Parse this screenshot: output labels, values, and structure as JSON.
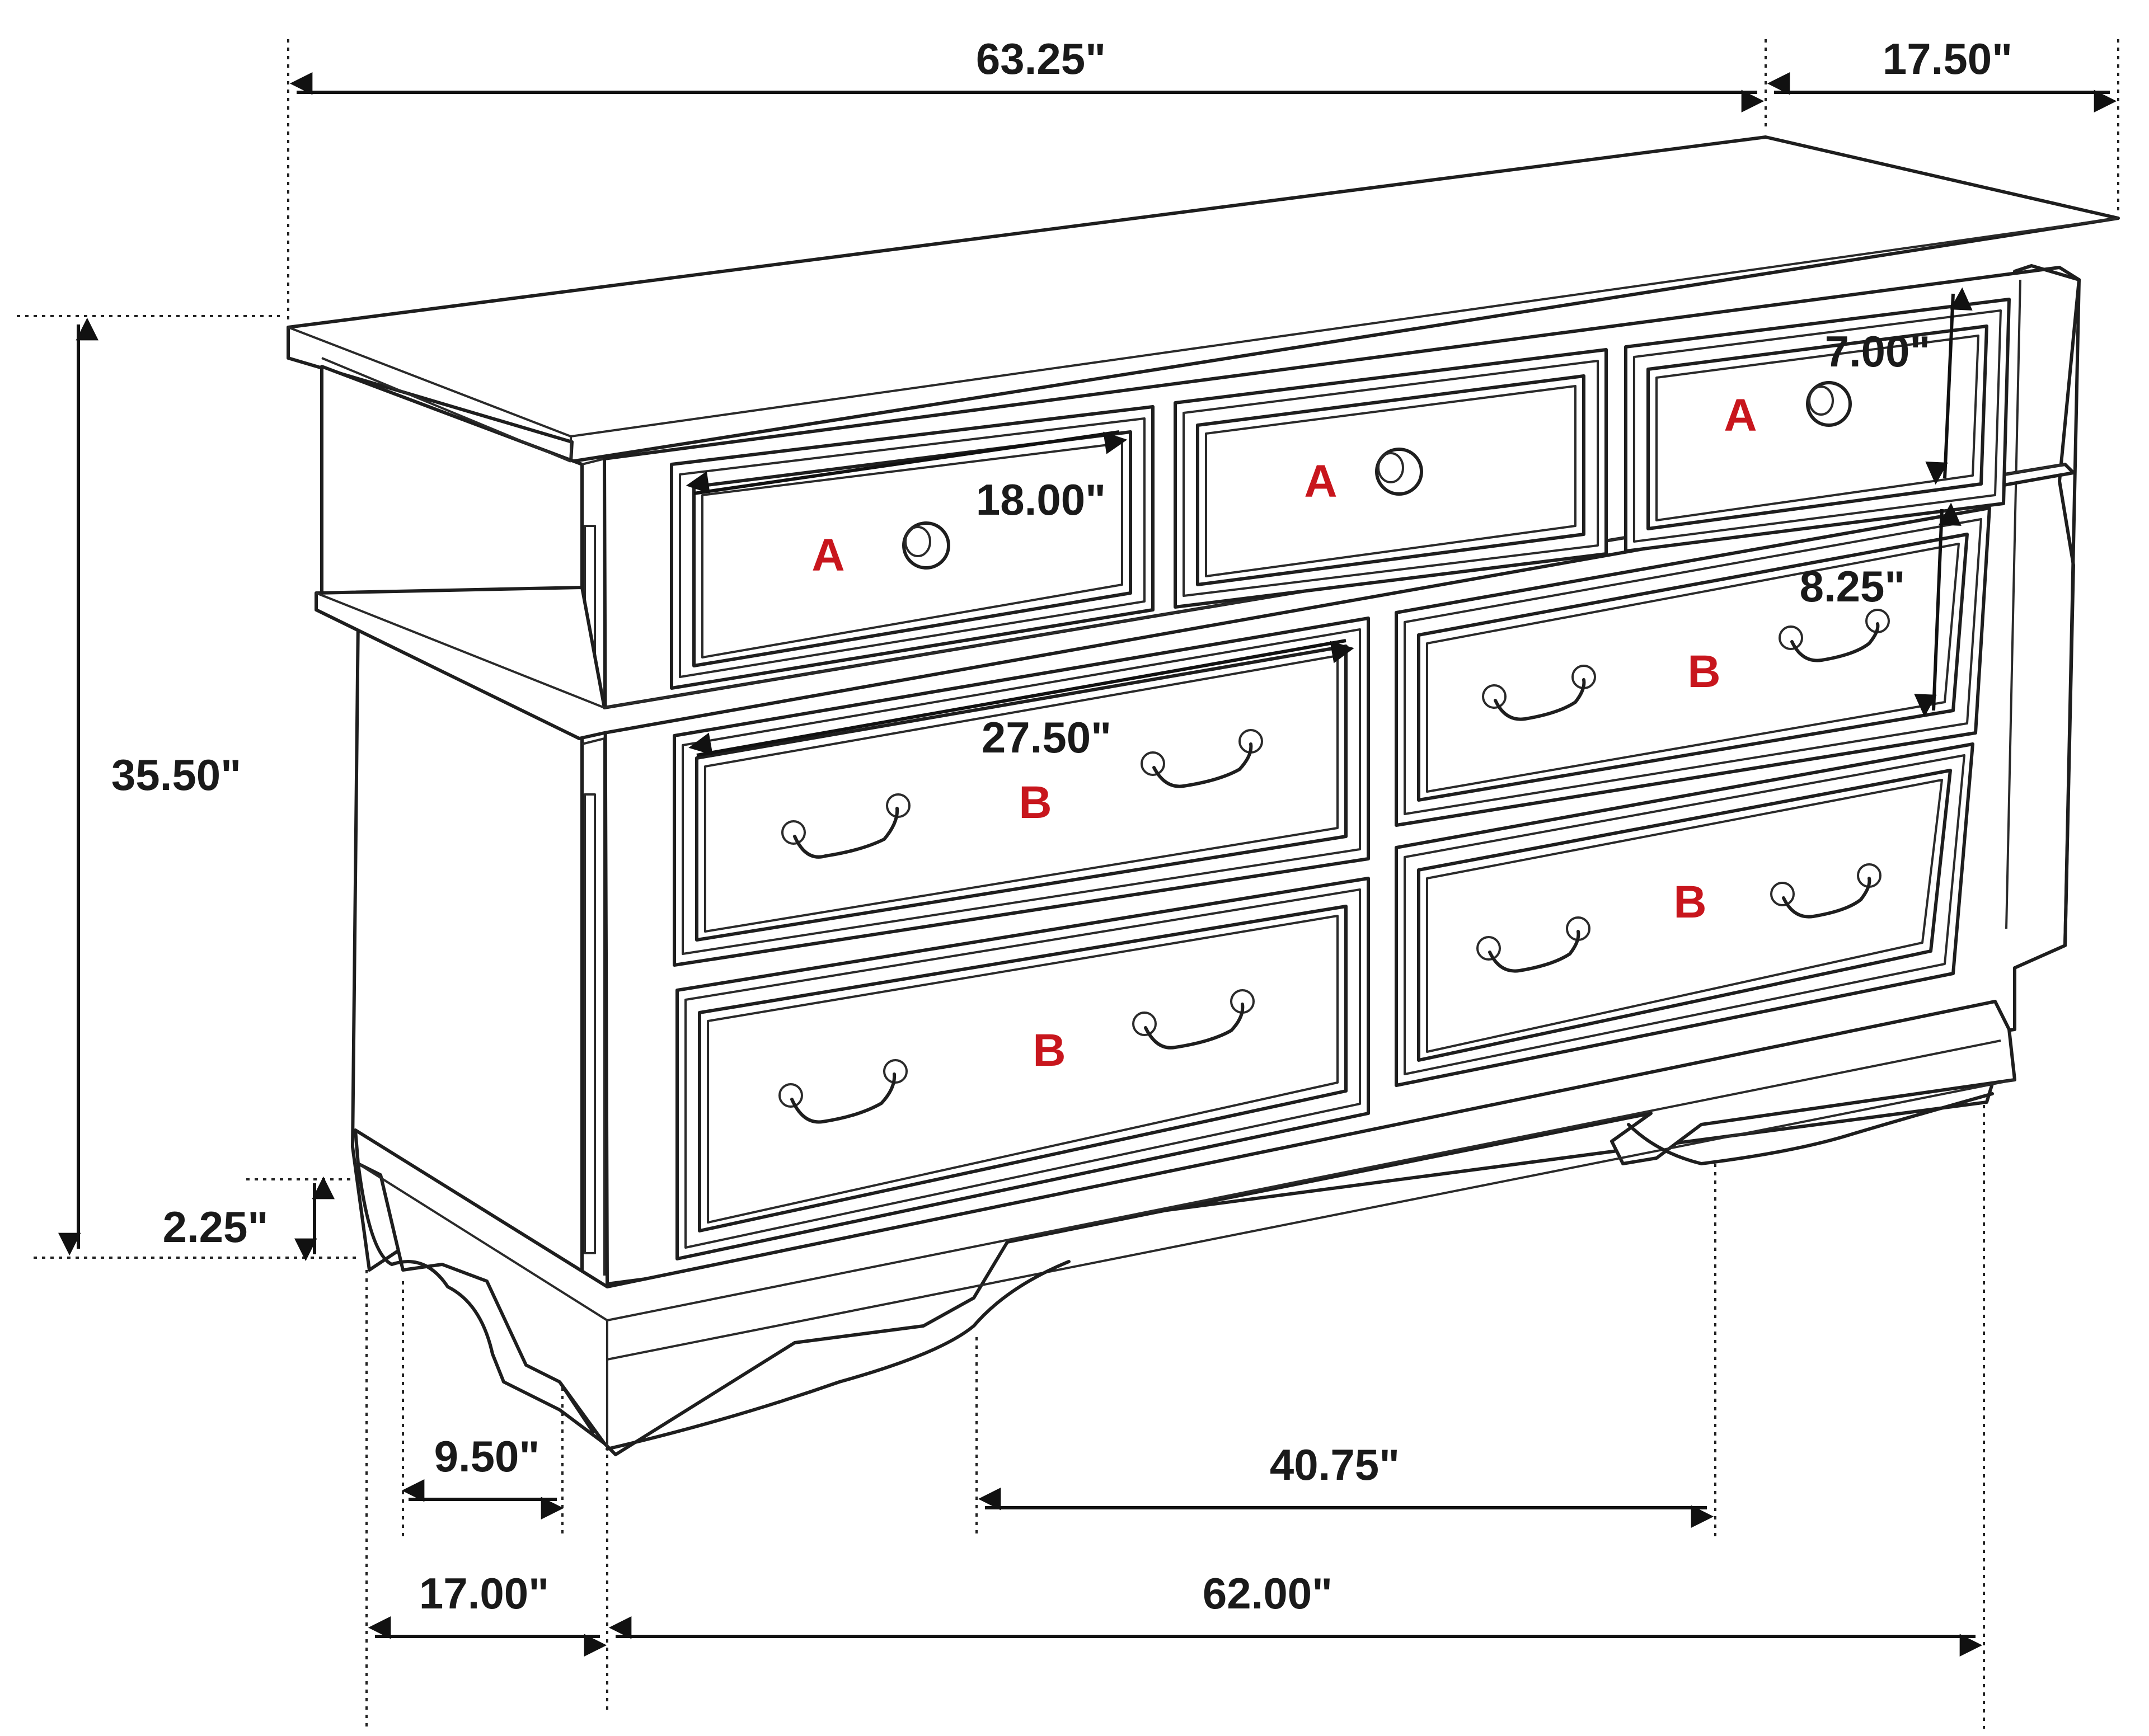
{
  "dimensions": {
    "top_width": "63.25\"",
    "top_depth": "17.50\"",
    "overall_height": "35.50\"",
    "small_drawer_width": "18.00\"",
    "small_drawer_height": "7.00\"",
    "large_drawer_width": "27.50\"",
    "large_drawer_height": "8.25\"",
    "base_clearance": "2.25\"",
    "side_leg_width": "9.50\"",
    "side_depth": "17.00\"",
    "leg_span": "40.75\"",
    "base_width": "62.00\""
  },
  "drawer_labels": {
    "a": "A",
    "b": "B"
  },
  "colors": {
    "line": "#1e1e1e",
    "drawer_label": "#c8161d",
    "background": "#ffffff"
  }
}
